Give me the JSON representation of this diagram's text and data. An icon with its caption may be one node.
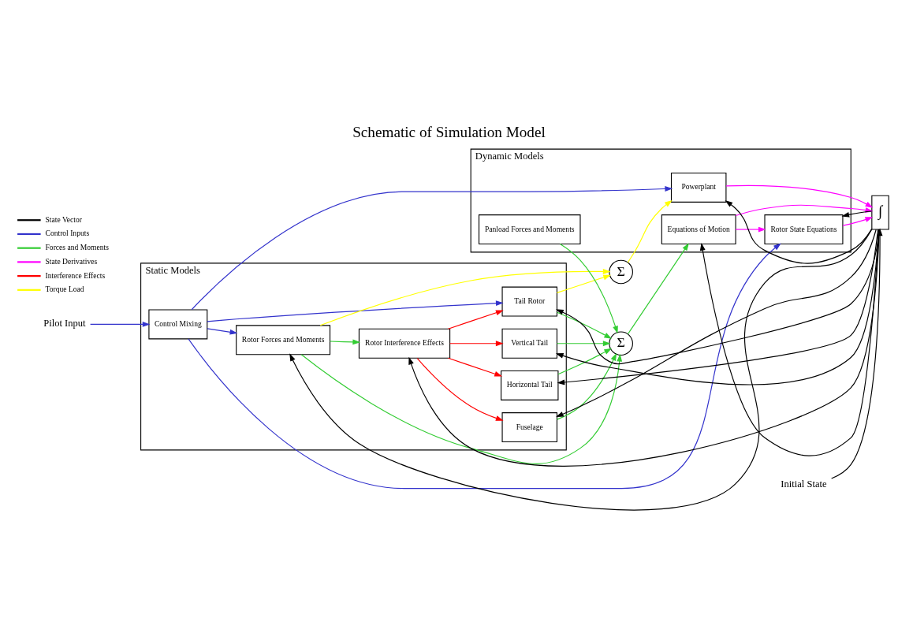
{
  "diagram": {
    "title": "Schematic of Simulation Model",
    "nodes": [
      {
        "text": [
          "Static Models"
        ]
      },
      {
        "text": [
          "Control Mixing"
        ],
        "in": 0
      },
      {
        "text": [
          "Rotor Forces and Moments"
        ],
        "in": 0
      },
      {
        "text": [
          "Fuselage"
        ],
        "in": 0
      },
      {
        "text": [
          "Tail Rotor"
        ],
        "in": 0
      },
      {
        "text": [
          "Horizontal Tail"
        ],
        "in": 0
      },
      {
        "text": [
          "Vertical Tail"
        ],
        "in": 0
      },
      {
        "text": [
          "Rotor Interference Effects"
        ],
        "in": 0
      },
      {
        "text": [
          "Σ"
        ]
      },
      {
        "text": [
          "Σ"
        ]
      },
      {
        "text": [
          "Dynamic Models"
        ]
      },
      {
        "text": [
          "Powerplant"
        ],
        "in": 10
      },
      {
        "text": [
          "Panload Forces and Moments"
        ],
        "in": 10
      },
      {
        "text": [
          "Equations of Motion"
        ],
        "in": 10
      },
      {
        "text": [
          "Rotor State Equations"
        ],
        "in": 10
      },
      {
        "text": [
          "∫"
        ]
      },
      {
        "text": [
          "Pilot Input"
        ]
      },
      {
        "text": [
          "Initial State"
        ]
      }
    ],
    "edges": [
      {
        "from": 16,
        "to": 1,
        "arrow": "to",
        "color": "#3333cc"
      },
      {
        "from": 1,
        "to": 2,
        "arrow": "to",
        "color": "#3333cc"
      },
      {
        "from": 1,
        "to": 11,
        "arrow": "to",
        "color": "#3333cc"
      },
      {
        "from": 1,
        "to": 4,
        "arrow": "to",
        "color": "#3333cc"
      },
      {
        "from": 1,
        "to": 14,
        "arrow": "to",
        "color": "#3333cc"
      },
      {
        "from": 15,
        "to": 2,
        "arrow": "to"
      },
      {
        "from": 15,
        "to": 3,
        "arrow": "to"
      },
      {
        "from": 15,
        "to": 4,
        "arrow": "to"
      },
      {
        "from": 15,
        "to": 5,
        "arrow": "to"
      },
      {
        "from": 15,
        "to": 6,
        "arrow": "to"
      },
      {
        "from": 15,
        "to": 7,
        "arrow": "to"
      },
      {
        "from": 15,
        "to": 11,
        "arrow": "to"
      },
      {
        "from": 15,
        "to": 13,
        "arrow": "to"
      },
      {
        "from": 15,
        "to": 14,
        "arrow": "to"
      },
      {
        "from": 17,
        "to": 15,
        "arrow": "to"
      },
      {
        "from": 7,
        "to": 3,
        "arrow": "to",
        "color": "#ff0000"
      },
      {
        "from": 7,
        "to": 4,
        "arrow": "to",
        "color": "#ff0000"
      },
      {
        "from": 7,
        "to": 5,
        "arrow": "to",
        "color": "#ff0000"
      },
      {
        "from": 7,
        "to": 6,
        "arrow": "to",
        "color": "#ff0000"
      },
      {
        "from": 2,
        "to": 9,
        "arrow": "to",
        "color": "#33cc33"
      },
      {
        "from": 3,
        "to": 9,
        "arrow": "to",
        "color": "#33cc33"
      },
      {
        "from": 4,
        "to": 9,
        "arrow": "to",
        "color": "#33cc33"
      },
      {
        "from": 5,
        "to": 9,
        "arrow": "to",
        "color": "#33cc33"
      },
      {
        "from": 6,
        "to": 9,
        "arrow": "to",
        "color": "#33cc33"
      },
      {
        "from": 12,
        "to": 9,
        "arrow": "to",
        "color": "#33cc33"
      },
      {
        "from": 9,
        "to": 13,
        "arrow": "to",
        "color": "#33cc33"
      },
      {
        "from": 2,
        "to": 7,
        "arrow": "to",
        "color": "#33cc33"
      },
      {
        "from": 2,
        "to": 8,
        "arrow": "to",
        "color": "#ffff00"
      },
      {
        "from": 4,
        "to": 8,
        "arrow": "to",
        "color": "#ffff00"
      },
      {
        "from": 8,
        "to": 11,
        "arrow": "to",
        "color": "#ffff00"
      },
      {
        "from": 11,
        "to": 15,
        "arrow": "to",
        "color": "#ff00ff"
      },
      {
        "from": 13,
        "to": 15,
        "arrow": "to",
        "color": "#ff00ff"
      },
      {
        "from": 14,
        "to": 15,
        "arrow": "to",
        "color": "#ff00ff"
      },
      {
        "from": 13,
        "to": 14,
        "arrow": "to",
        "color": "#ff00ff"
      }
    ],
    "legend": [
      {
        "text": "State Vector",
        "color": "#000000"
      },
      {
        "text": "Control Inputs",
        "color": "#3333cc"
      },
      {
        "text": "Forces and Moments",
        "color": "#33cc33"
      },
      {
        "text": "State Derivatives",
        "color": "#ff00ff"
      },
      {
        "text": "Interference Effects",
        "color": "#ff0000"
      },
      {
        "text": "Torque Load",
        "color": "#ffff00"
      }
    ]
  }
}
